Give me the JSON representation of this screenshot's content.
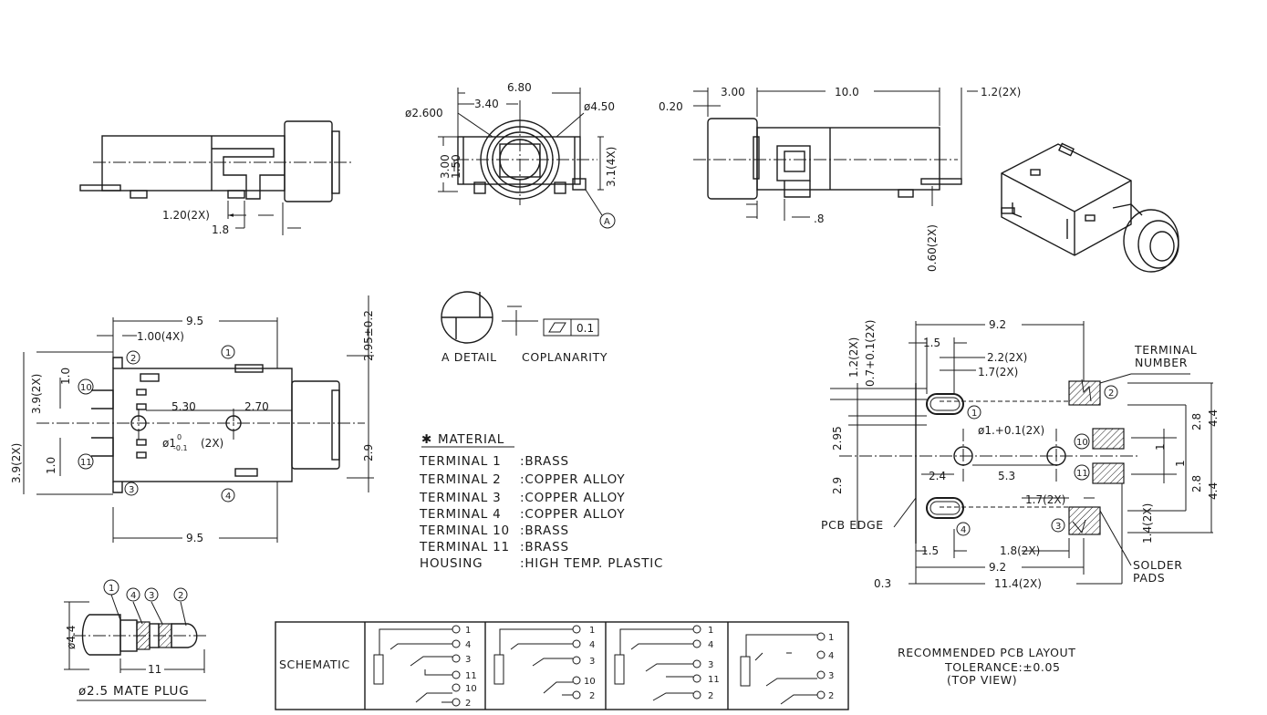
{
  "front_view": {
    "dim_pin_width": "1.20(2X)",
    "dim_pin_pitch": "1.8"
  },
  "end_view": {
    "dim_width": "6.80",
    "dim_offset": "3.40",
    "dim_inner_dia": "ø2.600",
    "dim_outer_dia": "ø4.50",
    "dim_height": "3.00",
    "dim_center": "1.50",
    "dim_pin_len": "3.1(4X)",
    "detail_callout": "A"
  },
  "side_view": {
    "dim_nose": "3.00",
    "dim_body": "10.0",
    "dim_tab": "1.2(2X)",
    "dim_flange": "0.20",
    "dim_post": ".8",
    "dim_tail": "0.60(2X)"
  },
  "top_view": {
    "dim_overall_top": "9.5",
    "dim_peg": "1.00(4X)",
    "dim_height_right": "2.95±0.2",
    "dim_pin_span": "3.9(2X)",
    "dim_pin_top": "1.0",
    "dim_hole_span": "5.30",
    "dim_hole_offset": "2.70",
    "dim_hole_dia": "ø1",
    "dim_hole_tol_up": "0",
    "dim_hole_tol_dn": "-0.1",
    "dim_hole_qty": "(2X)",
    "dim_body_h": "2.9",
    "dim_pin_span_low": "3.9(2X)",
    "dim_pin_low": "1.0",
    "dim_overall_bottom": "9.5",
    "terminals": [
      "2",
      "1",
      "10",
      "11",
      "3",
      "4"
    ]
  },
  "detail_a": {
    "caption": "A DETAIL",
    "coplanarity_caption": "COPLANARITY",
    "tolerance": "0.1"
  },
  "material": {
    "heading": "MATERIAL",
    "marker": "✱",
    "rows": [
      {
        "part": "TERMINAL 1",
        "material": ":BRASS"
      },
      {
        "part": "TERMINAL 2",
        "material": ":COPPER  ALLOY"
      },
      {
        "part": "TERMINAL 3",
        "material": ":COPPER  ALLOY"
      },
      {
        "part": "TERMINAL 4",
        "material": ":COPPER  ALLOY"
      },
      {
        "part": "TERMINAL 10",
        "material": ":BRASS"
      },
      {
        "part": "TERMINAL 11",
        "material": ":BRASS"
      },
      {
        "part": "HOUSING",
        "material": ":HIGH  TEMP.  PLASTIC"
      }
    ]
  },
  "pcb_layout": {
    "dim_overall_top": "9.2",
    "dim_slot_w": "1.5",
    "dim_pad_w": "2.2(2X)",
    "dim_pad_h": "1.7(2X)",
    "dim_slot_h": "1.2(2X)",
    "dim_slot_tol": "0.7+0.1(2X)",
    "terminal_number_label": "TERMINAL\nNUMBER",
    "dim_left_top": "2.95",
    "dim_left_bottom": "2.9",
    "dim_hole": "ø1.+0.1(2X)",
    "dim_hole_off": "2.4",
    "dim_hole_span": "5.3",
    "dim_pad_lower": "1.7(2X)",
    "dim_r_28_top": "2.8",
    "dim_r_44_top": "4.4",
    "dim_r_1a": "1",
    "dim_r_1b": "1",
    "dim_r_28_bot": "2.8",
    "dim_r_44_bot": "4.4",
    "dim_r_14": "1.4(2X)",
    "pcb_edge_label": "PCB EDGE",
    "dim_slot_bottom": "1.5",
    "dim_pad_bottom": "1.8(2X)",
    "dim_overall_bottom": "9.2",
    "dim_edge": "0.3",
    "dim_overall_total": "11.4(2X)",
    "solder_pads_label": "SOLDER\nPADS",
    "terminals": [
      "1",
      "10",
      "11",
      "4",
      "3",
      "2"
    ]
  },
  "mate_plug": {
    "dim_dia": "ø4.4",
    "dim_len": "11",
    "caption": "ø2.5 MATE PLUG",
    "terminals": [
      "1",
      "4",
      "3",
      "2"
    ]
  },
  "schematic": {
    "label": "SCHEMATIC",
    "panels": [
      {
        "pins": [
          "1",
          "4",
          "3",
          "11",
          "10",
          "2"
        ]
      },
      {
        "pins": [
          "1",
          "4",
          "3",
          "10",
          "2"
        ]
      },
      {
        "pins": [
          "1",
          "4",
          "3",
          "11",
          "2"
        ]
      },
      {
        "pins": [
          "1",
          "4",
          "3",
          "2"
        ]
      }
    ]
  },
  "pcb_caption": {
    "line1": "RECOMMENDED PCB LAYOUT",
    "line2": "TOLERANCE:±0.05",
    "line3": "(TOP VIEW)"
  }
}
